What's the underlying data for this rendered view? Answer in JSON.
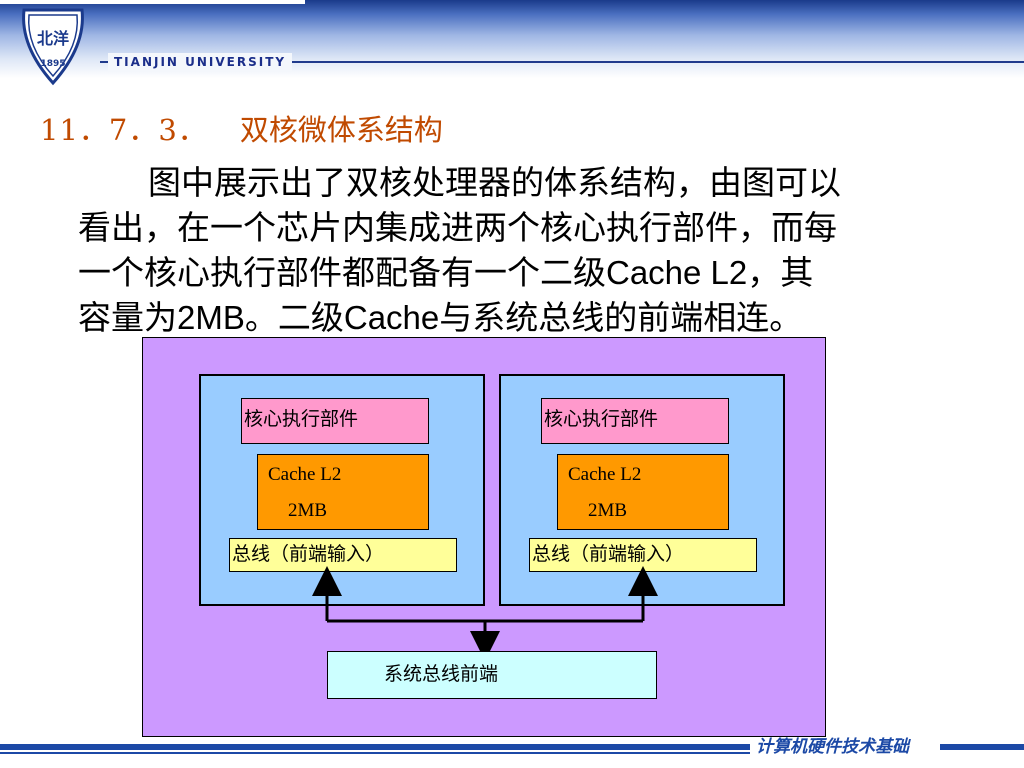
{
  "header": {
    "logo_text": "北洋",
    "logo_year": "1895",
    "university_name": "TIANJIN UNIVERSITY"
  },
  "section": {
    "number": "11．7．3．",
    "title": "双核微体系结构"
  },
  "paragraph": [
    [
      {
        "t": "图中展示出了双核处理器的体系结构，由图可以",
        "latin": false
      }
    ],
    [
      {
        "t": "看出，在一个芯片内集成进两个核心执行部件，而每",
        "latin": false
      }
    ],
    [
      {
        "t": "一个核心执行部件都配备有一个二级",
        "latin": false
      },
      {
        "t": "Cache L2",
        "latin": true
      },
      {
        "t": "，其",
        "latin": false
      }
    ],
    [
      {
        "t": "容量为",
        "latin": false
      },
      {
        "t": "2MB",
        "latin": true
      },
      {
        "t": "。二级",
        "latin": false
      },
      {
        "t": "Cache",
        "latin": true
      },
      {
        "t": "与系统总线的前端相连。",
        "latin": false
      }
    ]
  ],
  "diagram": {
    "cores": [
      {
        "exec_unit": "核心执行部件",
        "cache_name": "Cache L2",
        "cache_size": "2MB",
        "bus": "总线（前端输入）"
      },
      {
        "exec_unit": "核心执行部件",
        "cache_name": "Cache L2",
        "cache_size": "2MB",
        "bus": "总线（前端输入）"
      }
    ],
    "system_bus": "系统总线前端",
    "colors": {
      "background": "#cc99ff",
      "core": "#99ccff",
      "exec_unit": "#ff99cc",
      "cache": "#ff9900",
      "bus": "#ffff99",
      "system_bus": "#ccffff"
    }
  },
  "footer": {
    "course_name": "计算机硬件技术基础"
  }
}
